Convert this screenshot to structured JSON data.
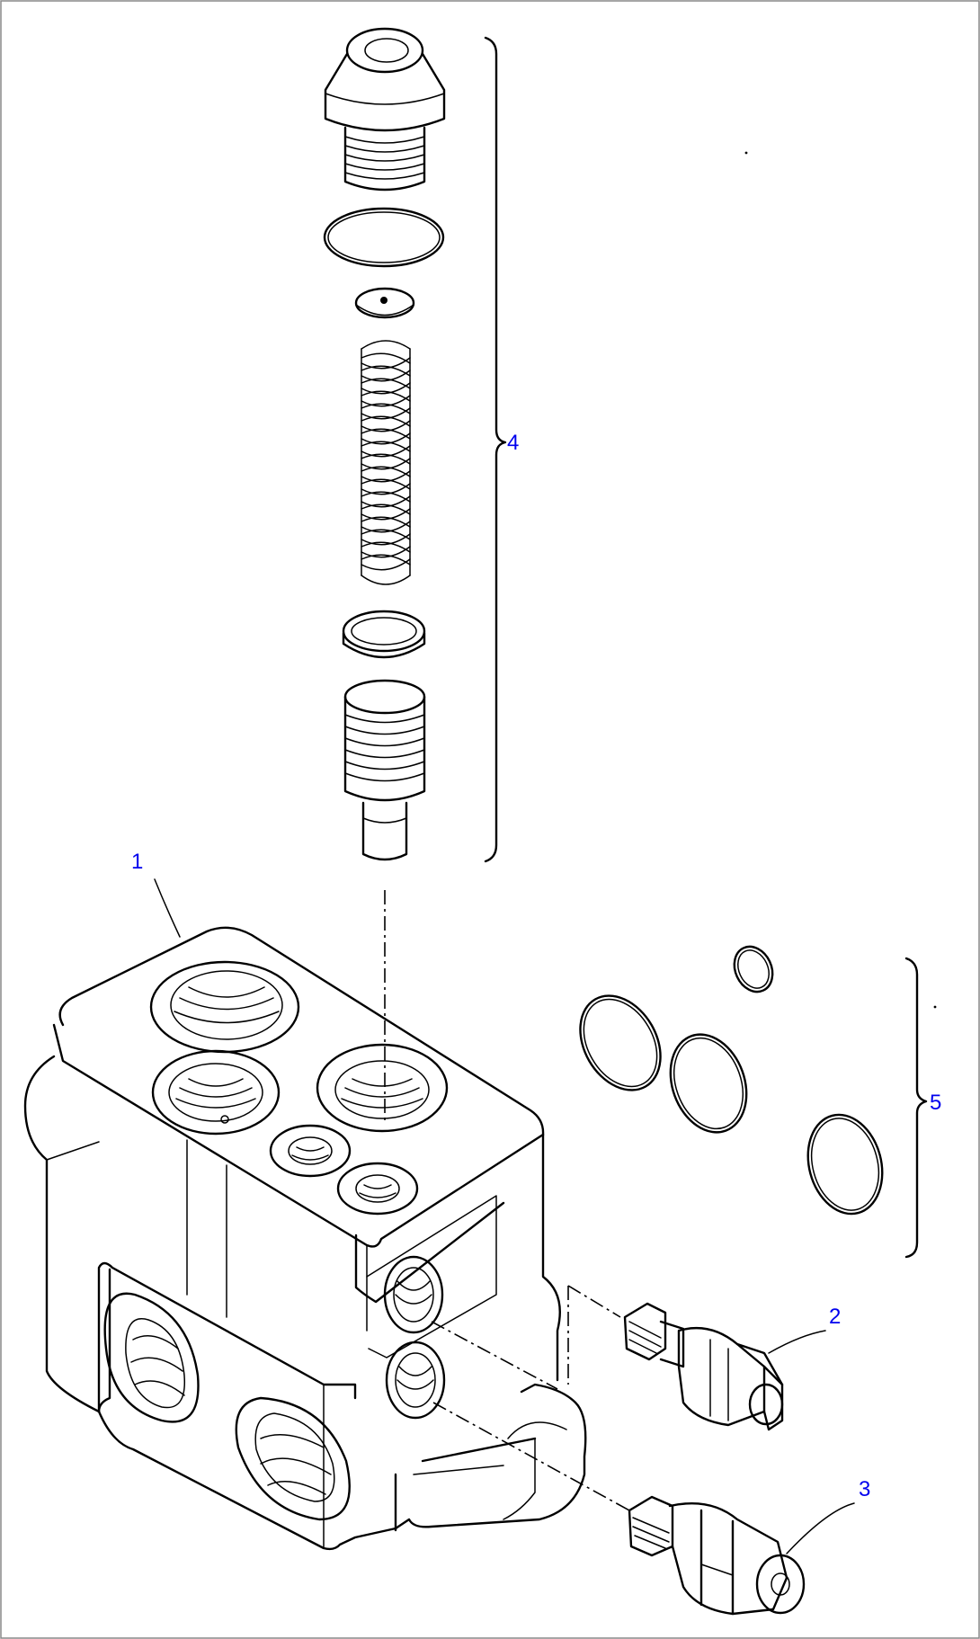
{
  "callouts": {
    "body": "1",
    "relief_valve_a": "2",
    "relief_valve_b": "3",
    "valve_assembly": "4",
    "o_ring_kit": "5"
  },
  "colors": {
    "callout": "#0000ee",
    "linework": "#000000",
    "background": "#ffffff"
  }
}
